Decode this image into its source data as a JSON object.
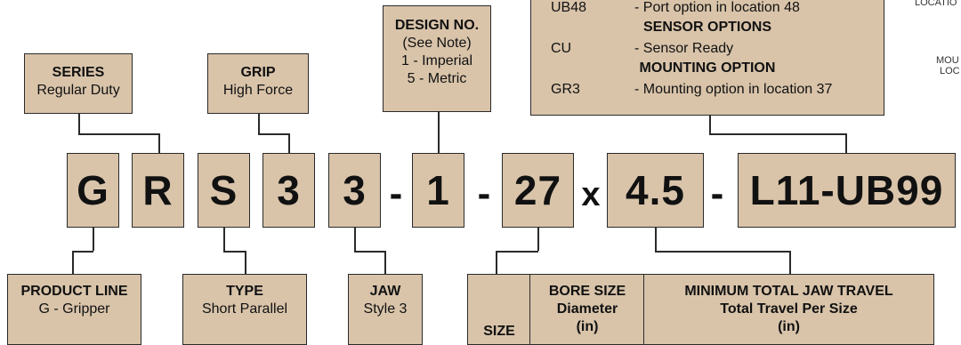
{
  "options_box": {
    "row1_code": "UB48",
    "row1_desc": "- Port option in location 48",
    "sensor_heading": "SENSOR OPTIONS",
    "row2_code": "CU",
    "row2_desc": "- Sensor Ready",
    "mounting_heading": "MOUNTING OPTION",
    "row3_code": "GR3",
    "row3_desc": "- Mounting option in location 37"
  },
  "right_edge": {
    "location_text": "LOCATIO",
    "mounting_line1": "MOU",
    "mounting_line2": "LOC"
  },
  "design": {
    "title": "DESIGN NO.",
    "line1": "(See Note)",
    "line2": "1 - Imperial",
    "line3": "5 - Metric"
  },
  "series": {
    "title": "SERIES",
    "sub": "Regular Duty"
  },
  "grip": {
    "title": "GRIP",
    "sub": "High Force"
  },
  "code": {
    "g": "G",
    "r": "R",
    "s": "S",
    "n1": "3",
    "n2": "3",
    "dash1": "-",
    "design": "1",
    "dash2": "-",
    "size": "27",
    "x": "x",
    "travel": "4.5",
    "dash3": "-",
    "options": "L11-UB99"
  },
  "product_line": {
    "title": "PRODUCT LINE",
    "sub": "G - Gripper"
  },
  "type": {
    "title": "TYPE",
    "sub": "Short Parallel"
  },
  "jaw": {
    "title": "JAW",
    "sub": "Style 3"
  },
  "table": {
    "size_header": "SIZE",
    "bore_line1": "BORE SIZE",
    "bore_line2": "Diameter",
    "bore_line3": "(in)",
    "travel_line1": "MINIMUM TOTAL JAW TRAVEL",
    "travel_line2": "Total Travel Per Size",
    "travel_line3": "(in)"
  },
  "colors": {
    "box_fill": "#d9c4aa",
    "border": "#2a2a2a"
  }
}
